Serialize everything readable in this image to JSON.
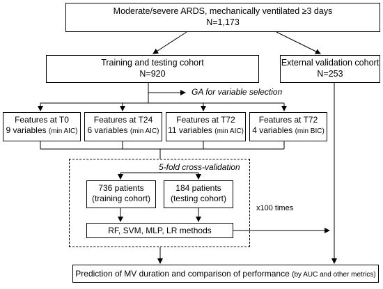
{
  "top": {
    "line1": "Moderate/severe ARDS, mechanically ventilated ≥3 days",
    "line2": "N=1,173"
  },
  "training": {
    "line1": "Training and testing cohort",
    "line2": "N=920"
  },
  "external": {
    "line1": "External validation cohort",
    "line2": "N=253"
  },
  "ga_label": "GA for variable selection",
  "features": [
    {
      "title": "Features at T0",
      "count": "9 variables",
      "criterion": "(min AIC)"
    },
    {
      "title": "Features at T24",
      "count": "6 variables",
      "criterion": "(min AIC)"
    },
    {
      "title": "Features at T72",
      "count": "11 variables",
      "criterion": "(min AIC)"
    },
    {
      "title": "Features at T72",
      "count": "4 variables",
      "criterion": "(min BIC)"
    }
  ],
  "cv_label": "5-fold cross-validation",
  "split_train": {
    "line1": "736 patients",
    "line2": "(training cohort)"
  },
  "split_test": {
    "line1": "184 patients",
    "line2": "(testing cohort)"
  },
  "repeat_label": "x100 times",
  "methods": "RF, SVM, MLP, LR methods",
  "prediction": {
    "main": "Prediction of MV duration and comparison of performance",
    "note": "(by AUC and other metrics)"
  }
}
